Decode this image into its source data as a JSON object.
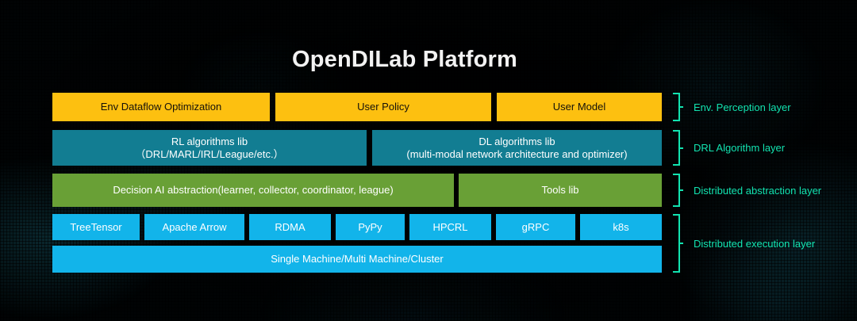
{
  "title": "OpenDILab Platform",
  "theme": {
    "background": "#010304",
    "amber": "#fdc010",
    "teal": "#127d92",
    "green": "#69a036",
    "cyan": "#12b4ea",
    "accent_label": "#12e3b0",
    "title_color": "#f2f2f2"
  },
  "rows": {
    "perception": [
      {
        "label": "Env Dataflow Optimization",
        "label2": ""
      },
      {
        "label": "User Policy",
        "label2": ""
      },
      {
        "label": "User Model",
        "label2": ""
      }
    ],
    "algorithm": [
      {
        "label": "RL algorithms lib",
        "label2": "（DRL/MARL/IRL/League/etc.）"
      },
      {
        "label": "DL algorithms lib",
        "label2": "(multi-modal network architecture and optimizer)"
      }
    ],
    "abstraction": [
      {
        "label": "Decision AI abstraction(learner, collector, coordinator, league)",
        "label2": ""
      },
      {
        "label": "Tools lib",
        "label2": ""
      }
    ],
    "execution": [
      {
        "label": "TreeTensor",
        "label2": ""
      },
      {
        "label": "Apache Arrow",
        "label2": ""
      },
      {
        "label": "RDMA",
        "label2": ""
      },
      {
        "label": "PyPy",
        "label2": ""
      },
      {
        "label": "HPCRL",
        "label2": ""
      },
      {
        "label": "gRPC",
        "label2": ""
      },
      {
        "label": "k8s",
        "label2": ""
      }
    ],
    "infrastructure": [
      {
        "label": "Single Machine/Multi Machine/Cluster",
        "label2": ""
      }
    ]
  },
  "layers": [
    {
      "label": "Env. Perception layer"
    },
    {
      "label": "DRL Algorithm layer"
    },
    {
      "label": "Distributed abstraction layer"
    },
    {
      "label": "Distributed execution layer"
    }
  ]
}
